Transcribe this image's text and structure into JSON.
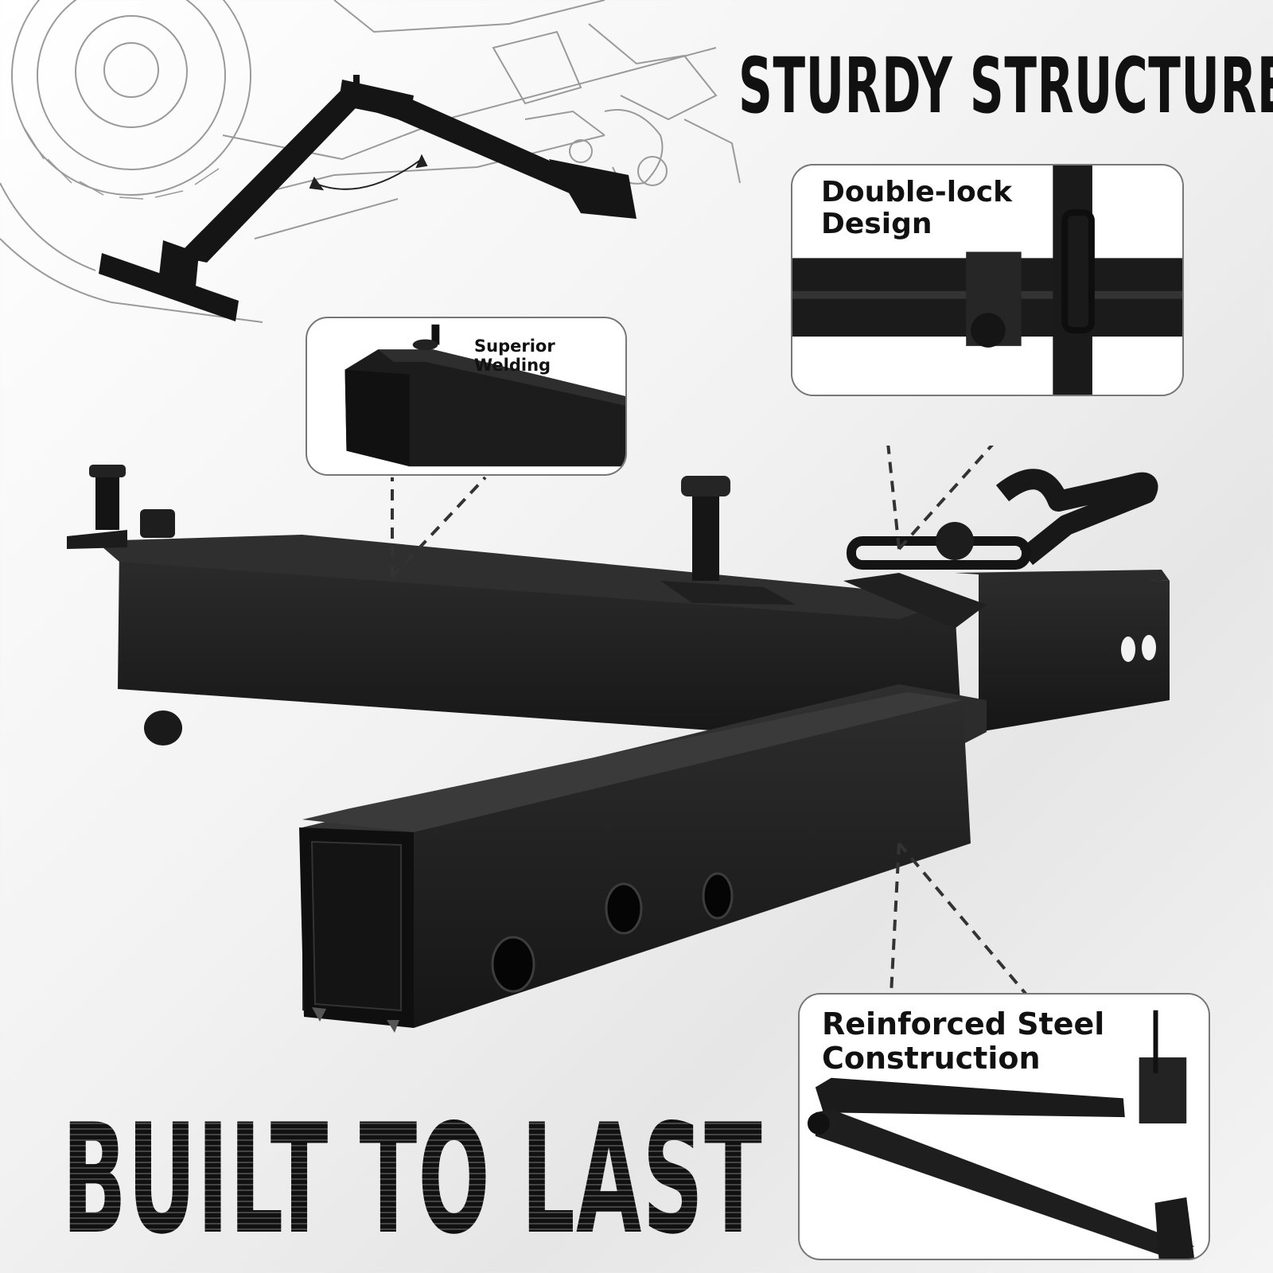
{
  "headline_top": "STURDY STRUCTURE",
  "headline_bottom": "BUILT TO LAST",
  "callouts": {
    "welding": "Superior Welding",
    "lock": "Double-lock\nDesign",
    "steel": "Reinforced Steel\nConstruction"
  },
  "colors": {
    "steel": "#1b1b1b",
    "steel_highlight": "#3a3a3a",
    "line_art": "#9a9a9a",
    "callout_border": "#777777"
  },
  "icons": [
    "sketch-illustration",
    "hitch-arm-illustration",
    "weld-closeup",
    "lock-closeup",
    "steel-closeup"
  ]
}
